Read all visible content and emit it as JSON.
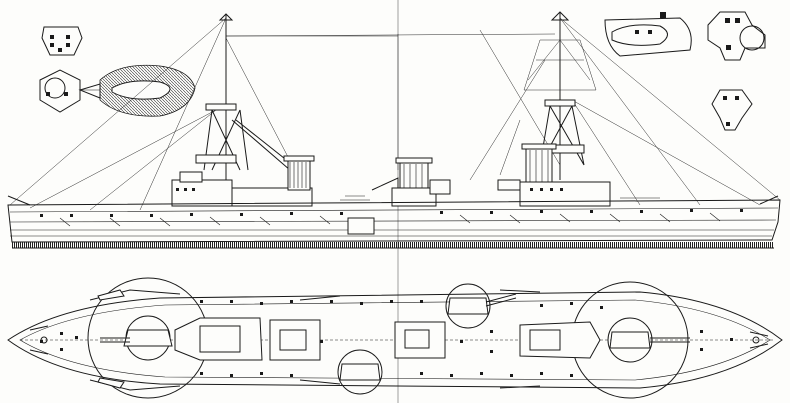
{
  "drawing": {
    "subject": "",
    "views": [
      "profile",
      "plan",
      "turret-details"
    ],
    "line_color": "#1a1a1a",
    "paper_color": "#fdfdfb"
  },
  "icons": {
    "profile": "ship-profile-icon",
    "plan": "ship-plan-icon",
    "turret": "turret-detail-icon"
  }
}
